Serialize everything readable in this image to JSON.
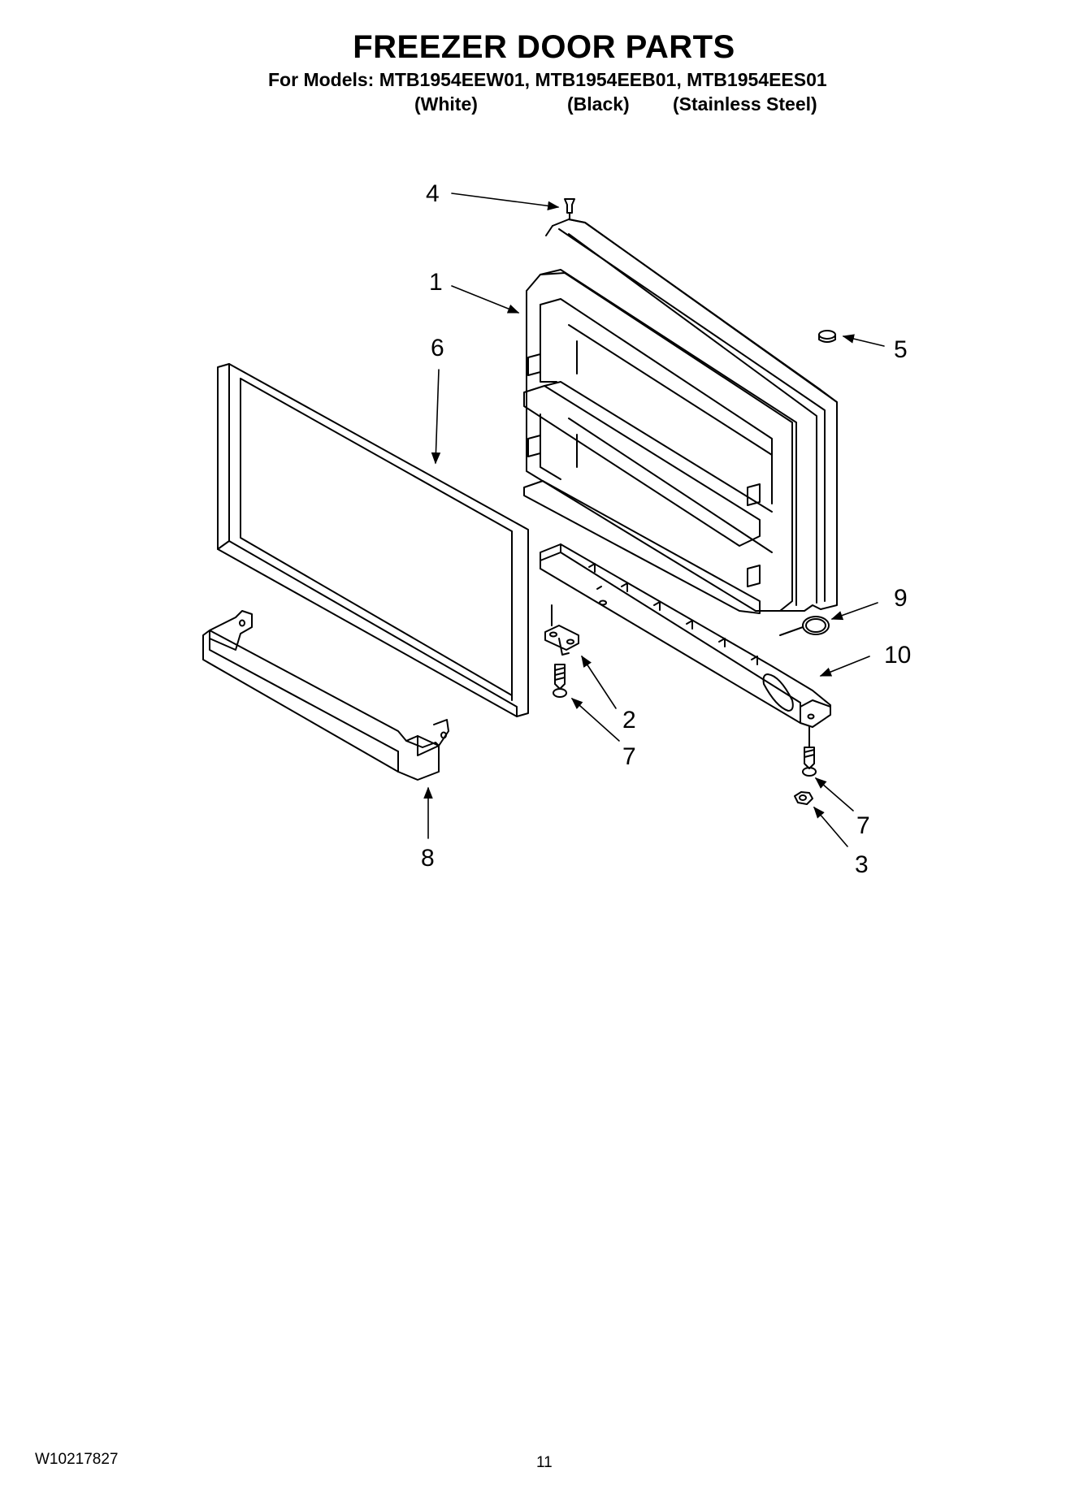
{
  "header": {
    "title": "FREEZER DOOR PARTS",
    "models_line": "For Models: MTB1954EEW01, MTB1954EEB01, MTB1954EES01",
    "variants": [
      "(White)",
      "(Black)",
      "(Stainless Steel)"
    ]
  },
  "callouts": [
    {
      "id": "c1",
      "label": "1"
    },
    {
      "id": "c2",
      "label": "2"
    },
    {
      "id": "c3",
      "label": "3"
    },
    {
      "id": "c4",
      "label": "4"
    },
    {
      "id": "c5",
      "label": "5"
    },
    {
      "id": "c6",
      "label": "6"
    },
    {
      "id": "c7a",
      "label": "7"
    },
    {
      "id": "c7b",
      "label": "7"
    },
    {
      "id": "c8",
      "label": "8"
    },
    {
      "id": "c9",
      "label": "9"
    },
    {
      "id": "c10",
      "label": "10"
    }
  ],
  "footer": {
    "doc_number": "W10217827",
    "page_number": "11"
  }
}
